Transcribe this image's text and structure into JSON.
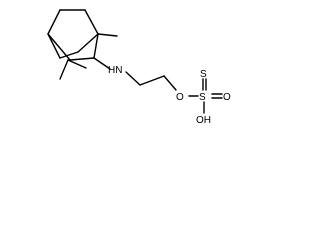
{
  "molecule": {
    "labels": {
      "amine": "HN",
      "ether_oxygen": "O",
      "sulfur": "S",
      "thione_sulfur": "S",
      "oxo_oxygen": "O",
      "hydroxyl": "OH"
    },
    "colors": {
      "bond": "#000000",
      "text": "#000000",
      "background": "#ffffff"
    }
  }
}
